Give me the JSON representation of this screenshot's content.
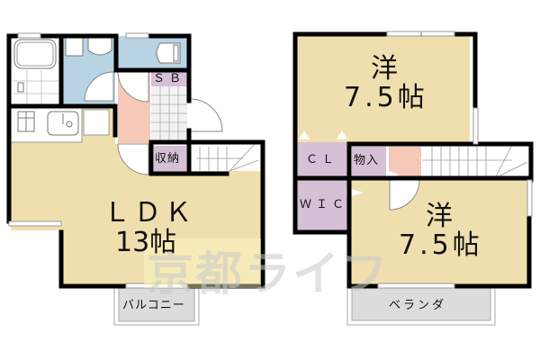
{
  "floor_plan": {
    "floor_1": {
      "rooms": {
        "ldk": {
          "name": "ＬＤＫ",
          "size": "13帖"
        },
        "sb": {
          "name": "ＳＢ"
        },
        "storage": {
          "name": "収納"
        },
        "balcony": {
          "name": "バルコニー"
        }
      }
    },
    "floor_2": {
      "rooms": {
        "western_1": {
          "name": "洋",
          "size": "7.5帖"
        },
        "western_2": {
          "name": "洋",
          "size": "7.5帖"
        },
        "closet": {
          "name": "ＣＬ"
        },
        "storeroom": {
          "name": "物入"
        },
        "wic": {
          "name": "ＷＩＣ"
        },
        "veranda": {
          "name": "ベランダ"
        }
      }
    },
    "watermark": "京都ライフ",
    "colors": {
      "room_floor": "#f0dfae",
      "wet_area": "#b8d3e4",
      "hall": "#f5c8b8",
      "storage": "#d6c0d6",
      "balcony": "#dcdcdc",
      "wall": "#000000"
    }
  }
}
